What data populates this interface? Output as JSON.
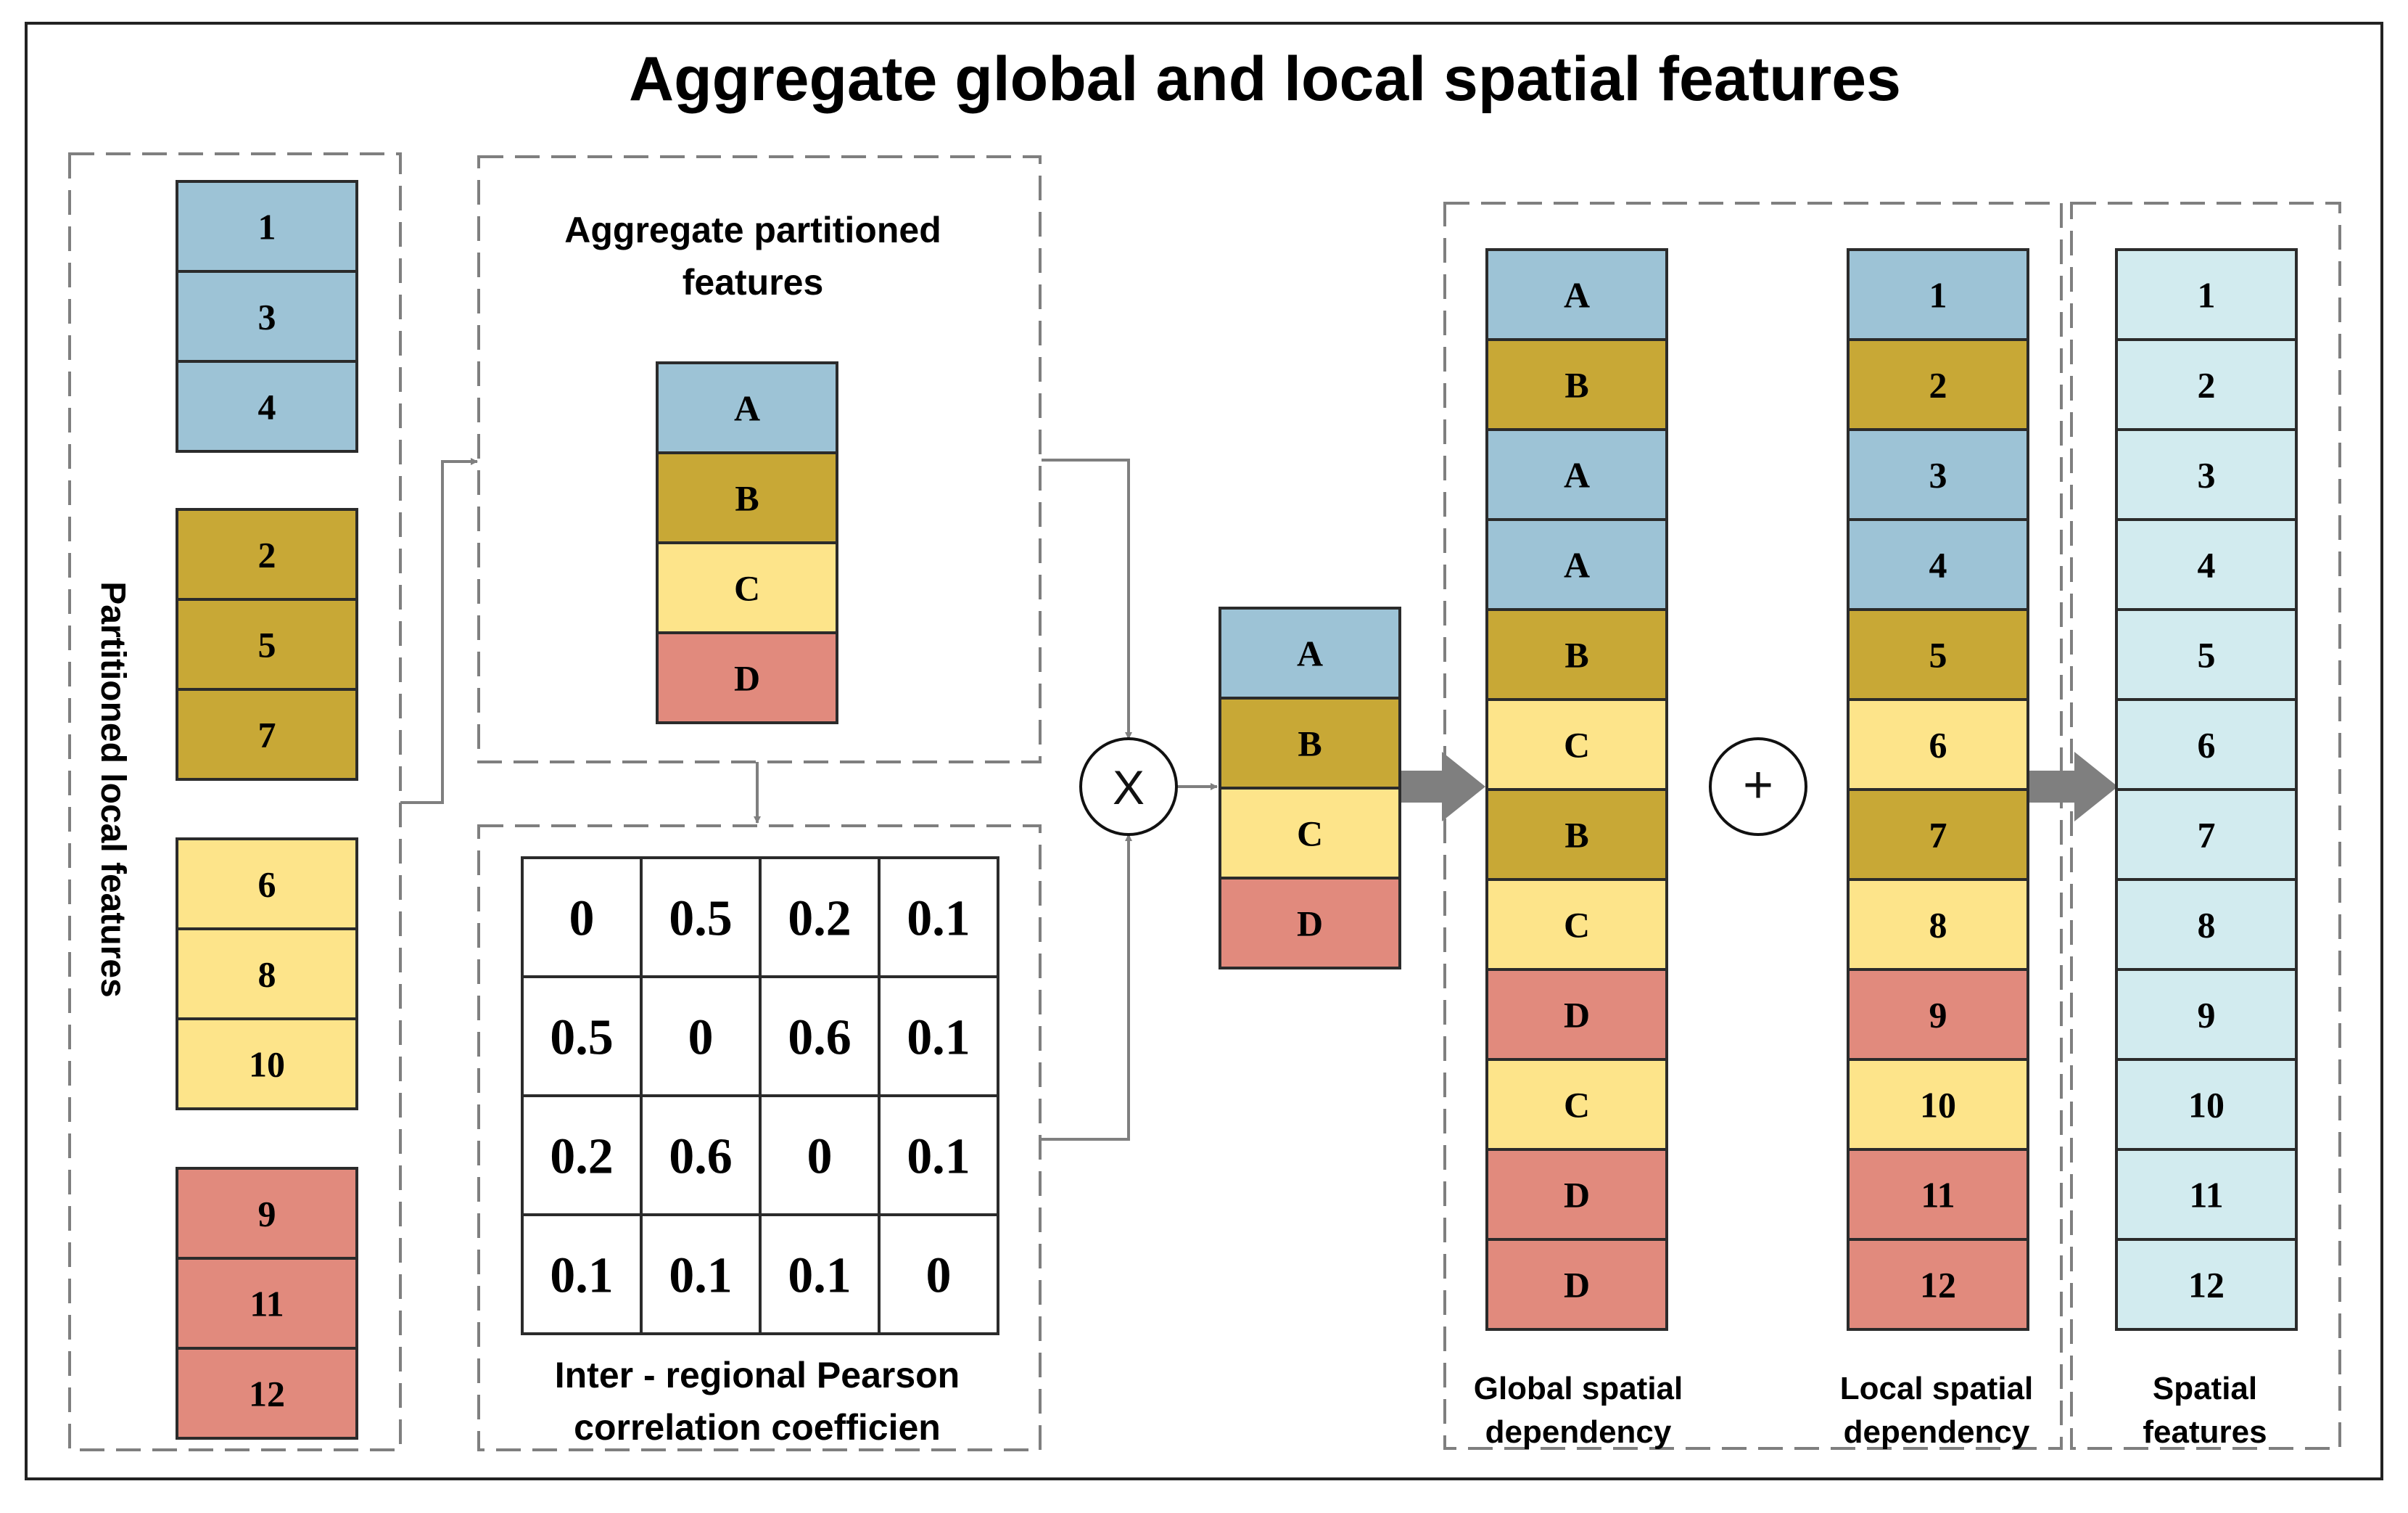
{
  "title": "Aggregate global and local spatial features",
  "colors": {
    "blue": "#9dc3d6",
    "olive": "#c8a836",
    "yellow": "#fde48a",
    "red": "#e18a7d",
    "light": "#d2ebef",
    "stroke": "#2b2b2b",
    "dash": "#7f7f7f",
    "arrow": "#7f7f7f"
  },
  "partitioned": {
    "label": "Partitioned local features",
    "groups": [
      {
        "color": "blue",
        "items": [
          "1",
          "3",
          "4"
        ]
      },
      {
        "color": "olive",
        "items": [
          "2",
          "5",
          "7"
        ]
      },
      {
        "color": "yellow",
        "items": [
          "6",
          "8",
          "10"
        ]
      },
      {
        "color": "red",
        "items": [
          "9",
          "11",
          "12"
        ]
      }
    ]
  },
  "aggregate": {
    "label_line1": "Aggregate partitioned",
    "label_line2": "features",
    "cells": [
      {
        "label": "A",
        "color": "blue"
      },
      {
        "label": "B",
        "color": "olive"
      },
      {
        "label": "C",
        "color": "yellow"
      },
      {
        "label": "D",
        "color": "red"
      }
    ]
  },
  "pearson": {
    "label_line1": "Inter - regional Pearson",
    "label_line2": "correlation coefficien",
    "matrix": [
      [
        "0",
        "0.5",
        "0.2",
        "0.1"
      ],
      [
        "0.5",
        "0",
        "0.6",
        "0.1"
      ],
      [
        "0.2",
        "0.6",
        "0",
        "0.1"
      ],
      [
        "0.1",
        "0.1",
        "0.1",
        "0"
      ]
    ]
  },
  "multiply_symbol": "X",
  "plus_symbol": "+",
  "result": {
    "cells": [
      {
        "label": "A",
        "color": "blue"
      },
      {
        "label": "B",
        "color": "olive"
      },
      {
        "label": "C",
        "color": "yellow"
      },
      {
        "label": "D",
        "color": "red"
      }
    ]
  },
  "global": {
    "label_line1": "Global spatial",
    "label_line2": "dependency",
    "cells": [
      {
        "label": "A",
        "color": "blue"
      },
      {
        "label": "B",
        "color": "olive"
      },
      {
        "label": "A",
        "color": "blue"
      },
      {
        "label": "A",
        "color": "blue"
      },
      {
        "label": "B",
        "color": "olive"
      },
      {
        "label": "C",
        "color": "yellow"
      },
      {
        "label": "B",
        "color": "olive"
      },
      {
        "label": "C",
        "color": "yellow"
      },
      {
        "label": "D",
        "color": "red"
      },
      {
        "label": "C",
        "color": "yellow"
      },
      {
        "label": "D",
        "color": "red"
      },
      {
        "label": "D",
        "color": "red"
      }
    ]
  },
  "local": {
    "label_line1": "Local spatial",
    "label_line2": "dependency",
    "cells": [
      {
        "label": "1",
        "color": "blue"
      },
      {
        "label": "2",
        "color": "olive"
      },
      {
        "label": "3",
        "color": "blue"
      },
      {
        "label": "4",
        "color": "blue"
      },
      {
        "label": "5",
        "color": "olive"
      },
      {
        "label": "6",
        "color": "yellow"
      },
      {
        "label": "7",
        "color": "olive"
      },
      {
        "label": "8",
        "color": "yellow"
      },
      {
        "label": "9",
        "color": "red"
      },
      {
        "label": "10",
        "color": "yellow"
      },
      {
        "label": "11",
        "color": "red"
      },
      {
        "label": "12",
        "color": "red"
      }
    ]
  },
  "spatial": {
    "label_line1": "Spatial",
    "label_line2": "features",
    "color": "light",
    "cells": [
      "1",
      "2",
      "3",
      "4",
      "5",
      "6",
      "7",
      "8",
      "9",
      "10",
      "11",
      "12"
    ]
  }
}
